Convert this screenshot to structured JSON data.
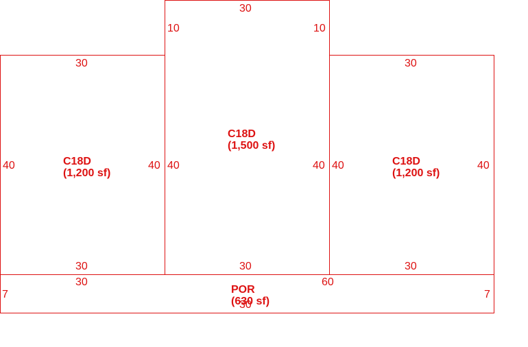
{
  "colors": {
    "line": "#dd1111",
    "background": "#ffffff"
  },
  "areas": [
    {
      "name": "C18D",
      "size": "(1,200 sf)",
      "dims": {
        "top": "30",
        "bottom": "30",
        "left": "40",
        "right": "40"
      }
    },
    {
      "name": "C18D",
      "size": "(1,500 sf)",
      "dims": {
        "top": "30",
        "bottom": "30",
        "left": "40",
        "right": "40",
        "upper_left": "10",
        "upper_right": "10"
      }
    },
    {
      "name": "C18D",
      "size": "(1,200 sf)",
      "dims": {
        "top": "30",
        "bottom": "30",
        "left": "40",
        "right": "40"
      }
    },
    {
      "name": "POR",
      "size": "(630 sf)",
      "dims": {
        "top_left": "30",
        "top_right": "60",
        "bottom": "30",
        "left": "7",
        "right": "7"
      }
    }
  ]
}
